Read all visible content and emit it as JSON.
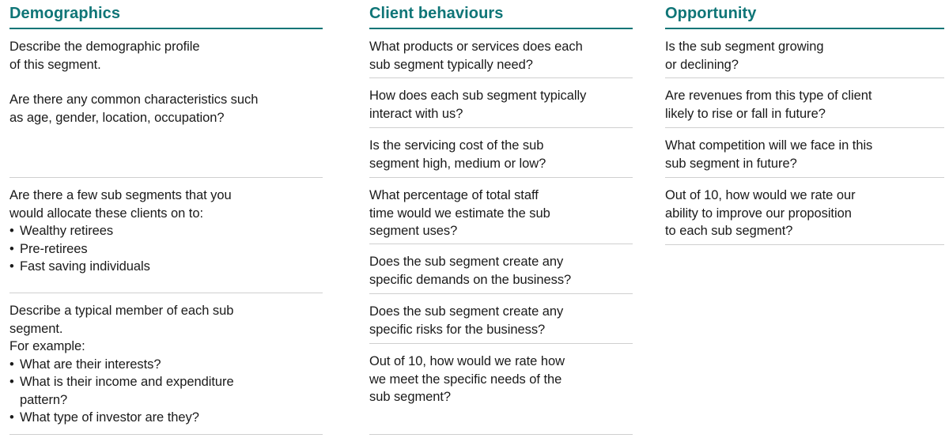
{
  "theme": {
    "accent_teal": "#0f7577",
    "rule_gray": "#cfcfcf",
    "text": "#1a1a1a",
    "background": "#ffffff"
  },
  "columns": [
    {
      "id": "demographics",
      "title": "Demographics",
      "rows": [
        {
          "lines": [
            "Describe the demographic profile",
            "of this segment.",
            "",
            "Are there any common characteristics such",
            "as age, gender, location, occupation?"
          ]
        },
        {
          "lines": [
            "Are there a few sub segments that you",
            "would allocate these clients on to:"
          ],
          "bullets": [
            "Wealthy retirees",
            "Pre-retirees",
            "Fast saving individuals"
          ]
        },
        {
          "lines": [
            "Describe a typical member of each sub",
            "segment.",
            "For example:"
          ],
          "bullets": [
            "What are their interests?",
            "What is their income and expenditure",
            "What type of investor are they?"
          ],
          "bullet_continuations": {
            "1": "pattern?"
          }
        }
      ]
    },
    {
      "id": "client-behaviours",
      "title": "Client behaviours",
      "rows": [
        {
          "lines": [
            "What products or services does each",
            "sub segment typically need?"
          ]
        },
        {
          "lines": [
            "How does each sub segment typically",
            "interact with us?"
          ]
        },
        {
          "lines": [
            "Is the servicing cost of the sub",
            "segment high, medium or low?"
          ]
        },
        {
          "lines": [
            "What percentage of total staff",
            "time would we estimate the sub",
            "segment uses?"
          ]
        },
        {
          "lines": [
            "Does the sub segment create any",
            "specific demands on the business?"
          ]
        },
        {
          "lines": [
            "Does the sub segment create any",
            "specific risks for the business?"
          ]
        },
        {
          "lines": [
            "Out of 10, how would we rate how",
            "we meet the specific needs of the",
            "sub segment?"
          ]
        }
      ]
    },
    {
      "id": "opportunity",
      "title": "Opportunity",
      "rows": [
        {
          "lines": [
            "Is the sub segment growing",
            "or declining?"
          ]
        },
        {
          "lines": [
            "Are revenues from this type of client",
            "likely to rise or fall in future?"
          ]
        },
        {
          "lines": [
            "What competition will we face in this",
            "sub segment in future?"
          ]
        },
        {
          "lines": [
            "Out of 10, how would we rate our",
            "ability to improve our proposition",
            "to each sub segment?"
          ]
        }
      ]
    }
  ]
}
